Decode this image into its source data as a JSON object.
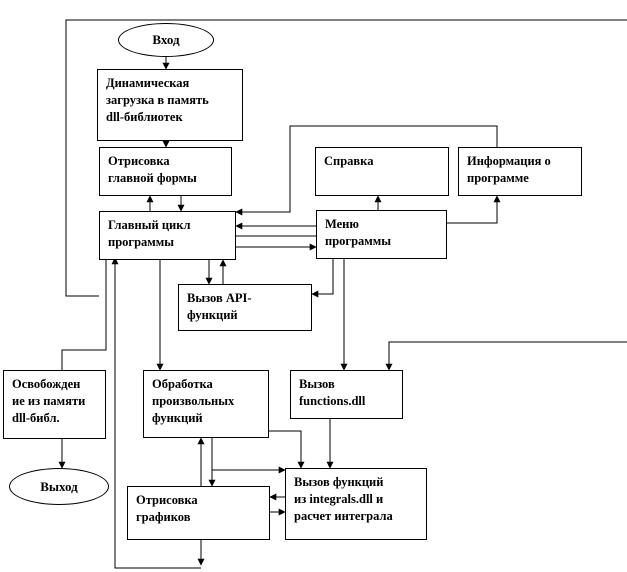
{
  "nodes": {
    "start": "Вход",
    "load_dll": "Динамическая\nзагрузка в память\ndll-библиотек",
    "draw_main_form": "Отрисовка\nглавной формы",
    "main_loop": "Главный цикл\nпрограммы",
    "help": "Справка",
    "about": "Информация о\nпрограмме",
    "menu": "Меню\nпрограммы",
    "api_calls": "Вызов API-\nфункций",
    "free_dll": "Освобожден\nие из памяти\ndll-библ.",
    "arbitrary_funcs": "Обработка\nпроизвольных\nфункций",
    "call_functions_dll": "Вызов\nfunctions.dll",
    "end": "Выход",
    "call_integrals_dll": "Вызов функций\nиз integrals.dll  и\nрасчет интеграла",
    "draw_graphs": "Отрисовка\nграфиков"
  },
  "colors": {
    "line": "#000000",
    "box_fill": "#ffffff"
  }
}
